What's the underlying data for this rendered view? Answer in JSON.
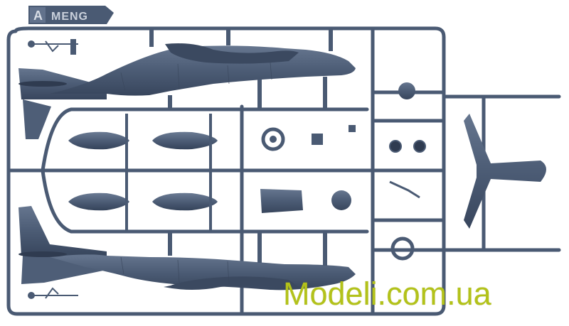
{
  "photo": {
    "subject_colors": {
      "plastic": "#4a5a73",
      "plastic_light": "#62728c",
      "plastic_dark": "#34425a",
      "background": "#ffffff",
      "watermark": "#b3c21a"
    },
    "sprue_tab": {
      "letter": "A",
      "brand": "MENG"
    },
    "watermark": {
      "text": "Modeli.com.ua"
    }
  }
}
